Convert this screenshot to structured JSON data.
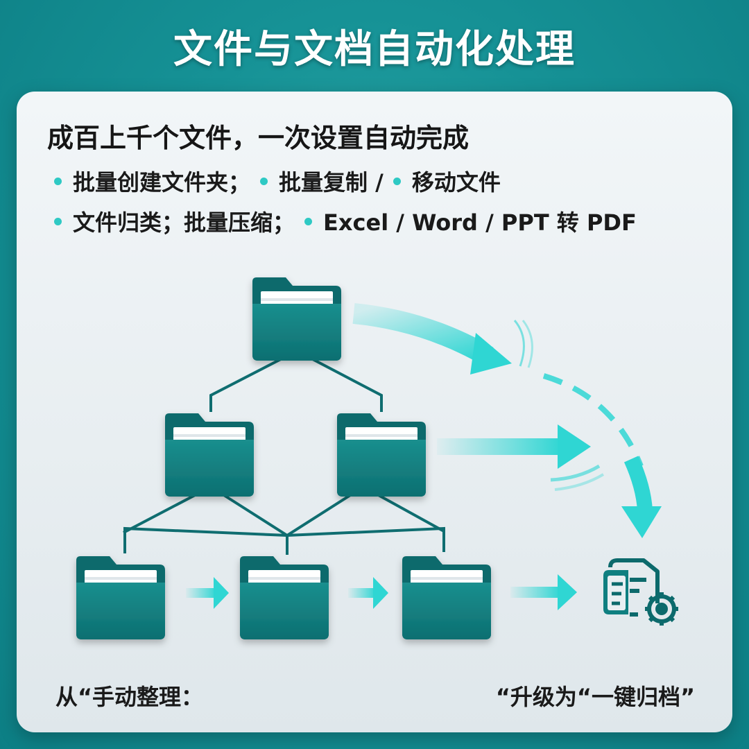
{
  "title": "文件与文档自动化处理",
  "card": {
    "subtitle": "成百上千个文件，一次设置自动完成",
    "bullet_lines": [
      [
        "批量创建文件夹；",
        "批量复制 /",
        "移动文件"
      ],
      [
        "文件归类；批量压缩；",
        "Excel / Word / PPT 转 PDF"
      ]
    ],
    "caption_left": "从“手动整理：",
    "caption_right": "“升级为“一键归档”"
  },
  "diagram": {
    "folder_color": "#0f7f80",
    "arrow_color": "#2fd6d3",
    "archive_icon": "archive-document-gear-icon"
  }
}
